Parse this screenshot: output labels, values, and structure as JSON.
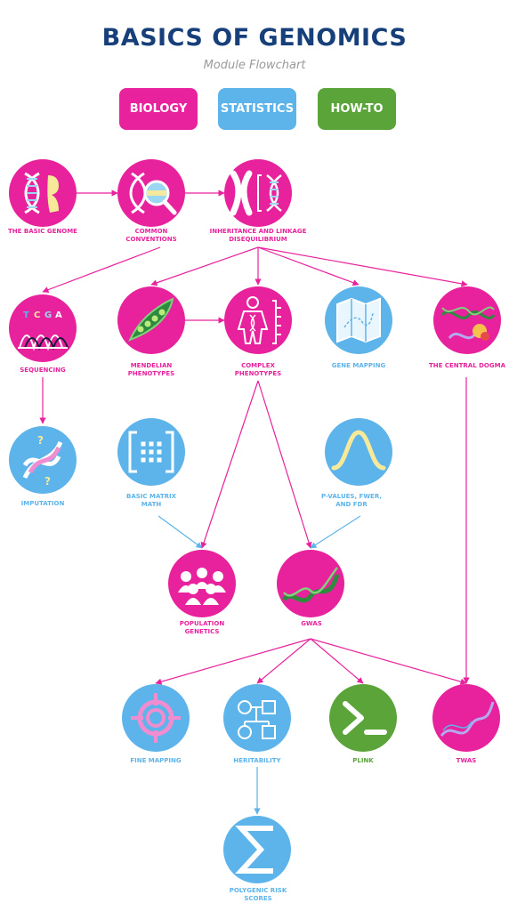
{
  "header": {
    "title": "BASICS OF GENOMICS",
    "subtitle": "Module Flowchart"
  },
  "legend": [
    {
      "label": "BIOLOGY",
      "color": "#e8229c"
    },
    {
      "label": "STATISTICS",
      "color": "#5db4ea"
    },
    {
      "label": "HOW-TO",
      "color": "#5aa43a"
    }
  ],
  "colors": {
    "biology": "#e8229c",
    "statistics": "#5db4ea",
    "howto": "#5aa43a"
  },
  "nodes": {
    "basic_genome": {
      "label": "THE BASIC GENOME",
      "category": "biology",
      "icon": "dna-chromosome-icon"
    },
    "common_conventions": {
      "label": "COMMON CONVENTIONS",
      "category": "biology",
      "icon": "dna-magnifier-icon"
    },
    "inheritance": {
      "label": "INHERITANCE AND LINKAGE DISEQUILIBRIUM",
      "category": "biology",
      "icon": "chromosome-dna-icon"
    },
    "sequencing": {
      "label": "SEQUENCING",
      "category": "biology",
      "icon": "sequencing-trace-icon"
    },
    "mendelian": {
      "label": "MENDELIAN PHENOTYPES",
      "category": "biology",
      "icon": "pea-pod-icon"
    },
    "complex": {
      "label": "COMPLEX PHENOTYPES",
      "category": "biology",
      "icon": "human-body-icon"
    },
    "gene_mapping": {
      "label": "GENE MAPPING",
      "category": "statistics",
      "icon": "map-icon"
    },
    "central_dogma": {
      "label": "THE CENTRAL DOGMA",
      "category": "biology",
      "icon": "dna-protein-icon"
    },
    "imputation": {
      "label": "IMPUTATION",
      "category": "statistics",
      "icon": "dna-question-icon"
    },
    "matrix_math": {
      "label": "BASIC MATRIX MATH",
      "category": "statistics",
      "icon": "matrix-icon"
    },
    "pvalues": {
      "label": "P-VALUES, FWER, AND FDR",
      "category": "statistics",
      "icon": "bell-curve-icon"
    },
    "popgen": {
      "label": "POPULATION GENETICS",
      "category": "biology",
      "icon": "people-group-icon"
    },
    "gwas": {
      "label": "GWAS",
      "category": "biology",
      "icon": "dna-strand-icon"
    },
    "fine_mapping": {
      "label": "FINE MAPPING",
      "category": "statistics",
      "icon": "target-icon"
    },
    "heritability": {
      "label": "HERITABILITY",
      "category": "statistics",
      "icon": "pedigree-icon"
    },
    "plink": {
      "label": "PLINK",
      "category": "howto",
      "icon": "terminal-prompt-icon"
    },
    "twas": {
      "label": "TWAS",
      "category": "biology",
      "icon": "rna-strand-icon"
    },
    "prs": {
      "label": "POLYGENIC RISK SCORES",
      "category": "statistics",
      "icon": "sigma-icon"
    }
  },
  "edges": [
    [
      "basic_genome",
      "common_conventions"
    ],
    [
      "common_conventions",
      "inheritance"
    ],
    [
      "common_conventions",
      "sequencing"
    ],
    [
      "inheritance",
      "mendelian"
    ],
    [
      "inheritance",
      "complex"
    ],
    [
      "inheritance",
      "gene_mapping"
    ],
    [
      "inheritance",
      "central_dogma"
    ],
    [
      "mendelian",
      "complex"
    ],
    [
      "sequencing",
      "imputation"
    ],
    [
      "complex",
      "popgen"
    ],
    [
      "complex",
      "gwas"
    ],
    [
      "matrix_math",
      "popgen"
    ],
    [
      "pvalues",
      "gwas"
    ],
    [
      "gwas",
      "fine_mapping"
    ],
    [
      "gwas",
      "heritability"
    ],
    [
      "gwas",
      "plink"
    ],
    [
      "gwas",
      "twas"
    ],
    [
      "central_dogma",
      "twas"
    ],
    [
      "heritability",
      "prs"
    ]
  ]
}
